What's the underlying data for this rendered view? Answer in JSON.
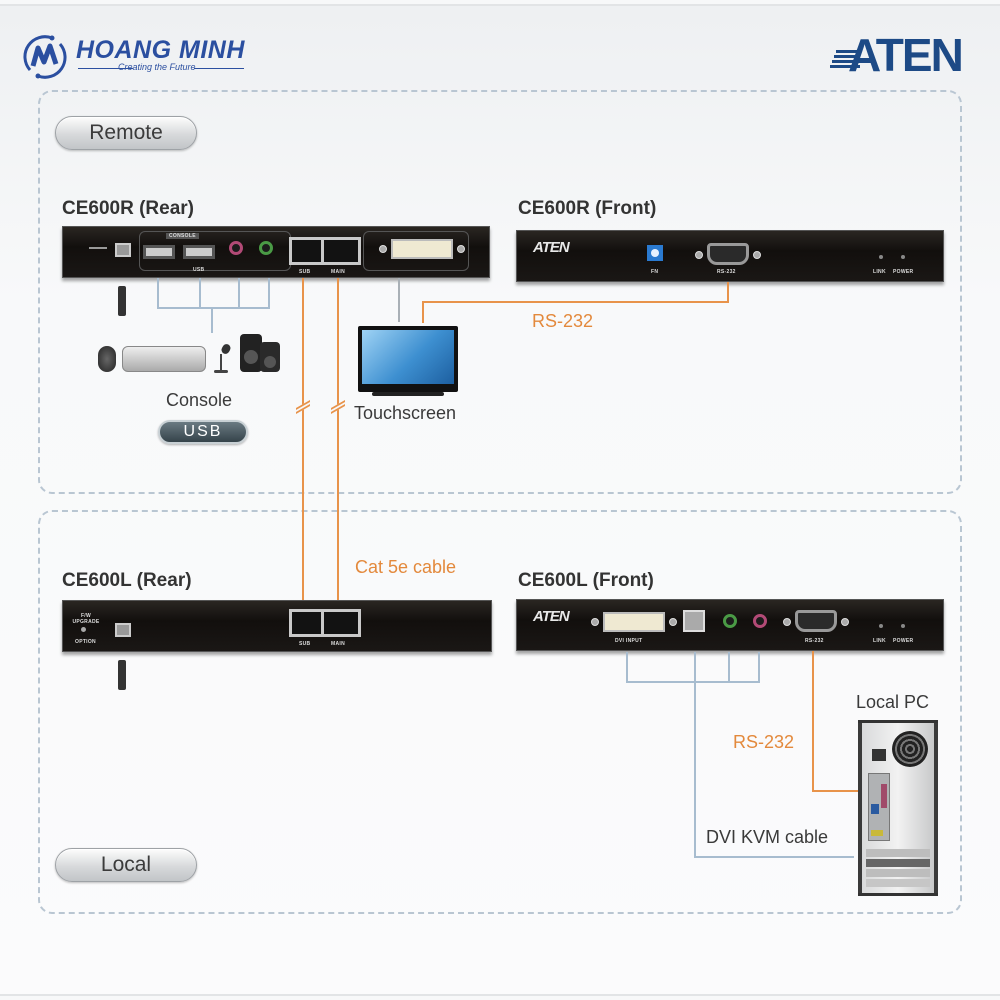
{
  "header": {
    "left_logo": {
      "name": "HOANG MINH",
      "tagline": "Creating the Future",
      "color": "#2b4fa0"
    },
    "right_logo": {
      "name": "ATEN",
      "color": "#1d4a86"
    }
  },
  "zones": {
    "remote": {
      "label": "Remote"
    },
    "local": {
      "label": "Local"
    }
  },
  "devices": {
    "ce600r_rear": {
      "title": "CE600R (Rear)",
      "port_labels": {
        "console": "CONSOLE",
        "usb": "USB",
        "sub": "SUB",
        "main": "MAIN"
      }
    },
    "ce600r_front": {
      "title": "CE600R (Front)",
      "brand": "ATEN",
      "port_labels": {
        "fn": "FN",
        "rs232": "RS-232",
        "link": "LINK",
        "power": "POWER"
      }
    },
    "ce600l_rear": {
      "title": "CE600L (Rear)",
      "port_labels": {
        "fw": "F/W UPGRADE",
        "option": "OPTION",
        "sub": "SUB",
        "main": "MAIN"
      }
    },
    "ce600l_front": {
      "title": "CE600L (Front)",
      "brand": "ATEN",
      "port_labels": {
        "dvi": "DVI INPUT",
        "rs232": "RS-232",
        "link": "LINK",
        "power": "POWER"
      }
    }
  },
  "peripherals": {
    "console": {
      "label": "Console",
      "badge": "USB"
    },
    "touchscreen": {
      "label": "Touchscreen"
    },
    "local_pc": {
      "label": "Local PC"
    }
  },
  "connections": {
    "rs232_remote": "RS-232",
    "cat5e": "Cat 5e cable",
    "rs232_local": "RS-232",
    "dvi_kvm": "DVI KVM cable"
  },
  "colors": {
    "cable_orange": "#e8934a",
    "cable_blue": "#a7bccf",
    "panel_black": "#141110",
    "zone_border": "#b9c6d2"
  }
}
